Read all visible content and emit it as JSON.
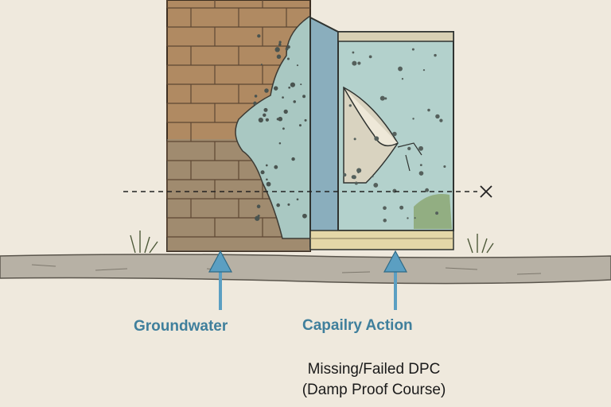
{
  "labels": {
    "groundwater": "Groundwater",
    "capillary": "Capailry Action",
    "caption_line1": "Missing/Failed DPC",
    "caption_line2": "(Damp Proof Course)"
  },
  "icons": {
    "arrow_left": "up-arrow-icon",
    "arrow_right": "up-arrow-icon",
    "marker": "x-mark-icon"
  },
  "colors": {
    "background": "#efe9dd",
    "brick": "#b08a62",
    "brick_damp": "#8a9a9c",
    "plaster": "#a9c8c2",
    "arrow": "#5b9fc2",
    "label": "#3f7f9c",
    "ground": "#a8a397",
    "skirting": "#e4d7a8"
  }
}
